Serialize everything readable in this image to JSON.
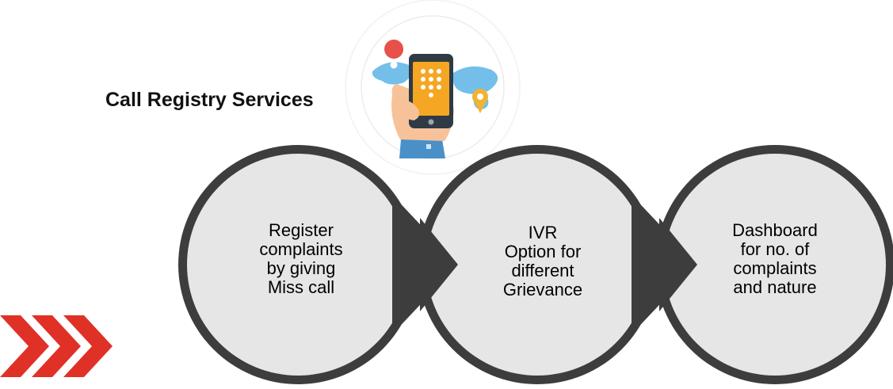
{
  "title": "Call Registry Services",
  "steps": [
    {
      "lines": [
        "Register",
        "complaints",
        "by giving",
        "Miss call"
      ]
    },
    {
      "lines": [
        "IVR",
        "Option for",
        "different",
        "Grievance"
      ]
    },
    {
      "lines": [
        "Dashboard",
        "for no. of",
        "complaints",
        "and nature"
      ]
    }
  ],
  "colors": {
    "circle_fill": "#e6e6e6",
    "circle_ring": "#3d3d3d",
    "chevron": "#e03127",
    "phone_body": "#2f3a45",
    "phone_screen": "#f5a623",
    "hand": "#f7c299",
    "sleeve": "#4a90c8",
    "map": "#5bb4e6",
    "pin_red": "#e8504a",
    "pin_yellow": "#f2b234"
  },
  "icons": [
    "phone-in-hand-icon",
    "location-pin-icon",
    "world-map-icon",
    "red-chevrons-icon"
  ]
}
